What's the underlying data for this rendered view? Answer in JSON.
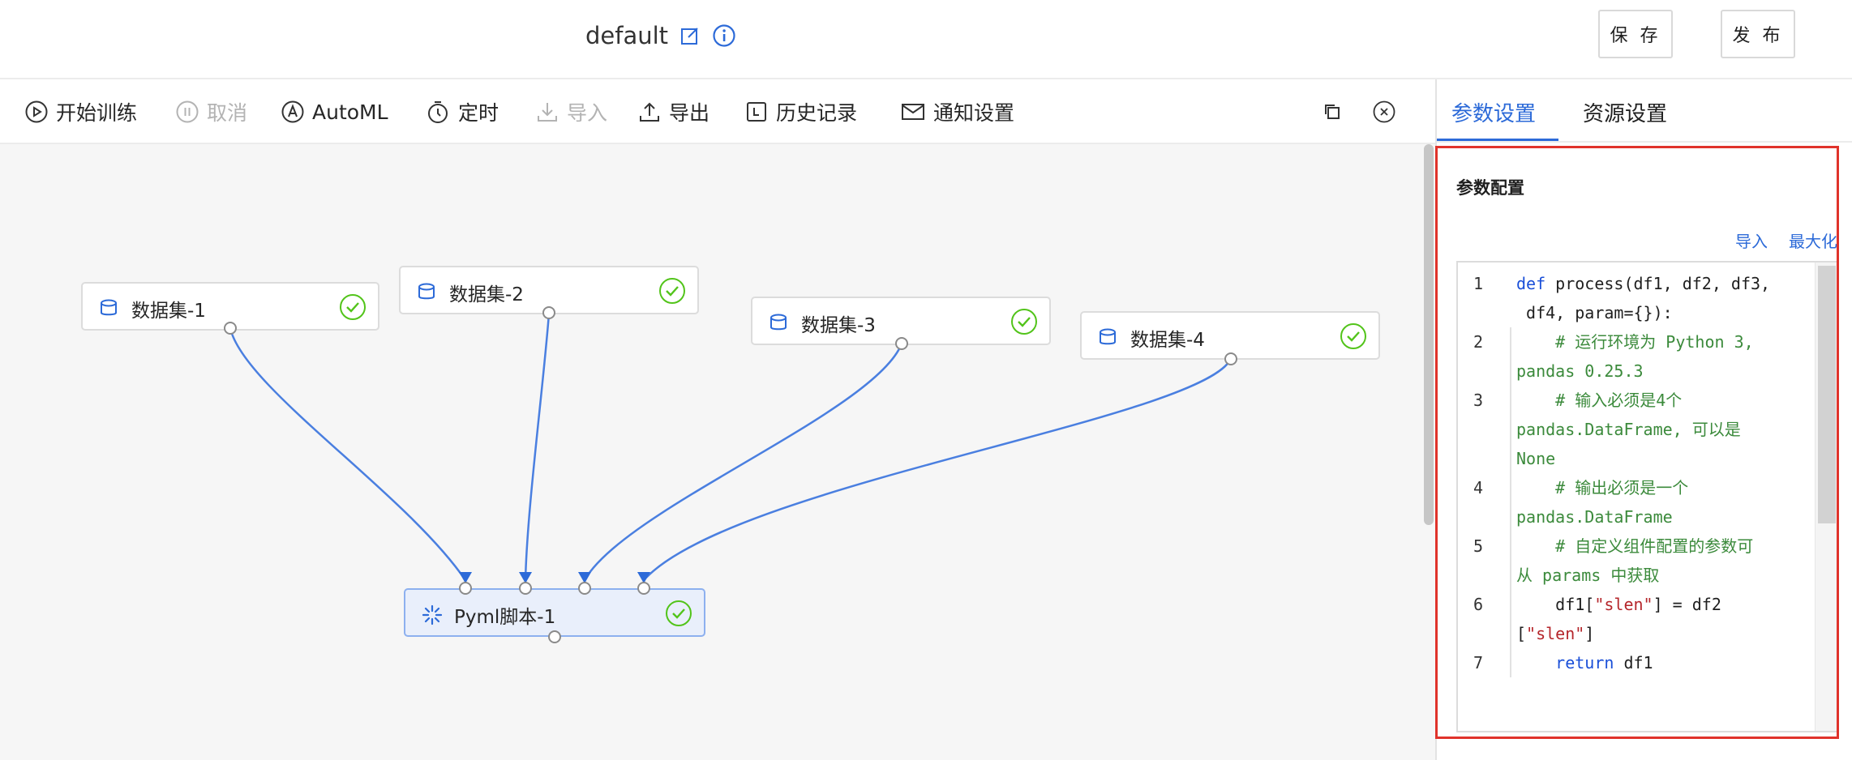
{
  "header": {
    "title": "default",
    "icons": [
      "edit-icon",
      "info-icon"
    ],
    "save_label": "保 存",
    "publish_label": "发 布"
  },
  "toolbar": {
    "items": [
      {
        "label": "开始训练",
        "icon": "play-circle-icon",
        "enabled": true
      },
      {
        "label": "取消",
        "icon": "pause-circle-icon",
        "enabled": false
      },
      {
        "label": "AutoML",
        "icon": "automl-icon",
        "enabled": true
      },
      {
        "label": "定时",
        "icon": "timer-icon",
        "enabled": true
      },
      {
        "label": "导入",
        "icon": "import-icon",
        "enabled": false
      },
      {
        "label": "导出",
        "icon": "export-icon",
        "enabled": true
      },
      {
        "label": "历史记录",
        "icon": "history-icon",
        "enabled": true
      },
      {
        "label": "通知设置",
        "icon": "mail-icon",
        "enabled": true
      }
    ],
    "right_icons": [
      "copy-icon",
      "close-circle-icon"
    ]
  },
  "canvas": {
    "nodes": [
      {
        "id": "ds1",
        "label": "数据集-1",
        "icon": "database-icon",
        "status": "success"
      },
      {
        "id": "ds2",
        "label": "数据集-2",
        "icon": "database-icon",
        "status": "success"
      },
      {
        "id": "ds3",
        "label": "数据集-3",
        "icon": "database-icon",
        "status": "success"
      },
      {
        "id": "ds4",
        "label": "数据集-4",
        "icon": "database-icon",
        "status": "success"
      },
      {
        "id": "script",
        "label": "Pyml脚本-1",
        "icon": "script-icon",
        "status": "success"
      }
    ],
    "edges": [
      {
        "from": "ds1",
        "to": "script"
      },
      {
        "from": "ds2",
        "to": "script"
      },
      {
        "from": "ds3",
        "to": "script"
      },
      {
        "from": "ds4",
        "to": "script"
      }
    ]
  },
  "panel": {
    "tabs": [
      {
        "label": "参数设置",
        "active": true
      },
      {
        "label": "资源设置",
        "active": false
      }
    ],
    "section_title": "参数配置",
    "import_link": "导入",
    "maximize_link": "最大化",
    "code": {
      "line_numbers": [
        "1",
        "2",
        "3",
        "4",
        "5",
        "6",
        "7"
      ],
      "rows": [
        {
          "n": "1",
          "parts": [
            [
              "kw",
              "def"
            ],
            [
              "df",
              " process(df1, df2, df3,"
            ]
          ]
        },
        {
          "n": "",
          "parts": [
            [
              "df",
              " df4, param={}):"
            ]
          ]
        },
        {
          "n": "2",
          "parts": [
            [
              "cm",
              "    # 运行环境为 Python 3,"
            ]
          ]
        },
        {
          "n": "",
          "parts": [
            [
              "cm",
              "pandas 0.25.3"
            ]
          ]
        },
        {
          "n": "3",
          "parts": [
            [
              "cm",
              "    # 输入必须是4个"
            ]
          ]
        },
        {
          "n": "",
          "parts": [
            [
              "cm",
              "pandas.DataFrame, 可以是"
            ]
          ]
        },
        {
          "n": "",
          "parts": [
            [
              "cm",
              "None"
            ]
          ]
        },
        {
          "n": "4",
          "parts": [
            [
              "cm",
              "    # 输出必须是一个"
            ]
          ]
        },
        {
          "n": "",
          "parts": [
            [
              "cm",
              "pandas.DataFrame"
            ]
          ]
        },
        {
          "n": "5",
          "parts": [
            [
              "cm",
              "    # 自定义组件配置的参数可"
            ]
          ]
        },
        {
          "n": "",
          "parts": [
            [
              "cm",
              "从 params 中获取"
            ]
          ]
        },
        {
          "n": "6",
          "parts": [
            [
              "df",
              "    df1["
            ],
            [
              "st",
              "\"slen\""
            ],
            [
              "df",
              "] = df2"
            ]
          ]
        },
        {
          "n": "",
          "parts": [
            [
              "df",
              "["
            ],
            [
              "st",
              "\"slen\""
            ],
            [
              "df",
              "]"
            ]
          ]
        },
        {
          "n": "7",
          "parts": [
            [
              "df",
              "    "
            ],
            [
              "kw",
              "return"
            ],
            [
              "df",
              " df1"
            ]
          ]
        }
      ]
    }
  },
  "colors": {
    "accent": "#2c6ad8",
    "edge": "#4a7fe0",
    "success": "#52c41a",
    "highlight_box": "#e0332b"
  }
}
